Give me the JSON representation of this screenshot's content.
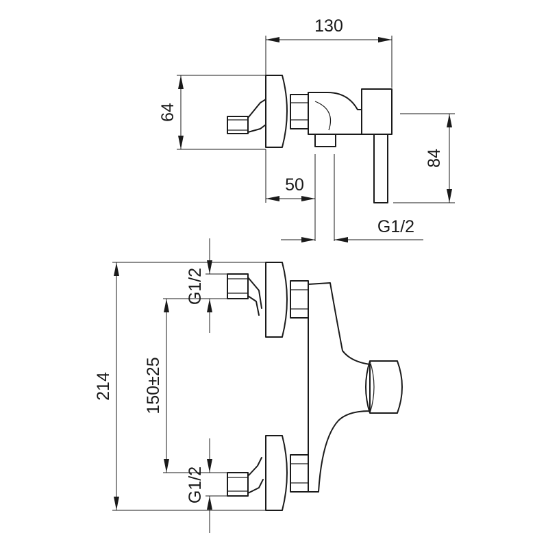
{
  "top_view": {
    "width_dim": "130",
    "left_height_dim": "64",
    "right_height_dim": "84",
    "offset_dim": "50",
    "outlet_thread": "G1/2"
  },
  "front_view": {
    "height_dim": "214",
    "spacing_dim": "150±25",
    "upper_inlet_thread": "G1/2",
    "lower_inlet_thread": "G1/2"
  }
}
